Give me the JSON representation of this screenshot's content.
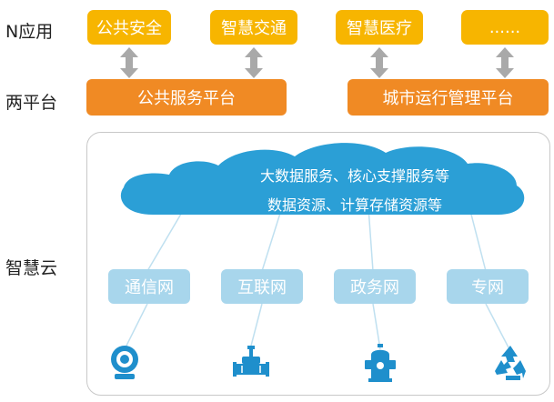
{
  "labels": {
    "apps": "N应用",
    "platforms": "两平台",
    "cloud": "智慧云"
  },
  "apps": [
    "公共安全",
    "智慧交通",
    "智慧医疗",
    "......"
  ],
  "platforms": [
    "公共服务平台",
    "城市运行管理平台"
  ],
  "cloud": {
    "line1": "大数据服务、核心支撑服务等",
    "line2": "数据资源、计算存储资源等"
  },
  "networks": [
    "通信网",
    "互联网",
    "政务网",
    "专网"
  ],
  "devices": [
    "camera-icon",
    "water-valve-icon",
    "fire-hydrant-icon",
    "recycle-icon"
  ],
  "colors": {
    "app": "#f7b500",
    "platform": "#f08a24",
    "cloud": "#2b9fd6",
    "network": "#a8d6ec",
    "device": "#1f8fcc",
    "arrow": "#a9a9a9"
  }
}
